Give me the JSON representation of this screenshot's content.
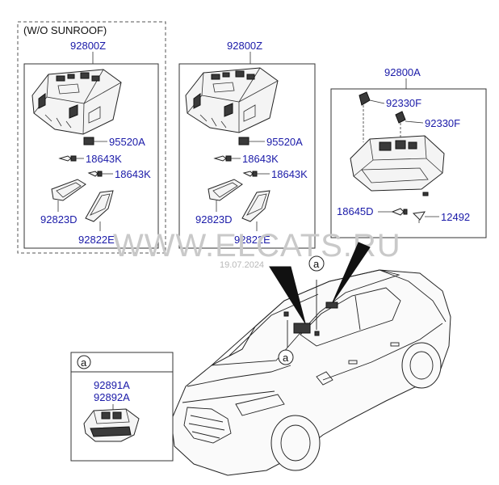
{
  "sections": {
    "left_box": {
      "header": "(W/O SUNROOF)",
      "main_part": "92800Z",
      "labels": [
        "95520A",
        "18643K",
        "18643K",
        "92823D",
        "92822E"
      ]
    },
    "middle_box": {
      "main_part": "92800Z",
      "labels": [
        "95520A",
        "18643K",
        "18643K",
        "92823D",
        "92822E"
      ]
    },
    "right_box": {
      "main_part": "92800A",
      "labels": [
        "92330F",
        "92330F",
        "18645D",
        "12492"
      ]
    },
    "detail_box": {
      "callout": "a",
      "labels": [
        "92891A",
        "92892A"
      ]
    }
  },
  "car_callouts": [
    "a",
    "a"
  ],
  "watermark": {
    "text": "WWW.ELCATS.RU",
    "date": "19.07.2024"
  }
}
